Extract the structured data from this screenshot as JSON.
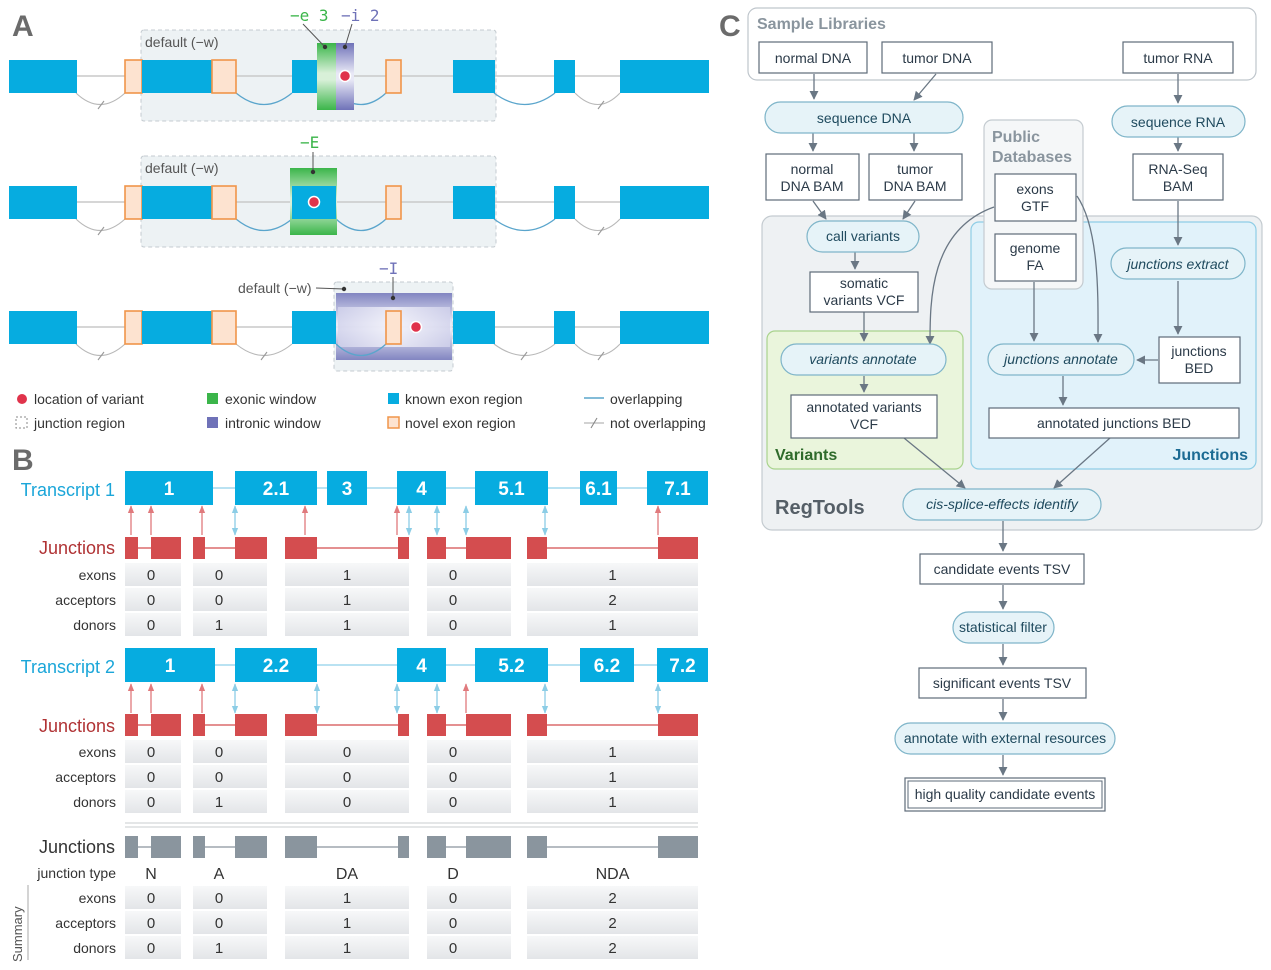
{
  "panels": {
    "a": "A",
    "b": "B",
    "c": "C"
  },
  "panel_a": {
    "default_label": "default (−w)",
    "opt_e3": "−e 3",
    "opt_i2": "−i 2",
    "opt_E": "−E",
    "opt_I": "−I"
  },
  "legend": {
    "variant": "location of variant",
    "junction_region": "junction region",
    "exonic": "exonic window",
    "intronic": "intronic window",
    "known": "known exon region",
    "novel": "novel exon region",
    "overlapping": "overlapping",
    "not_overlapping": "not overlapping"
  },
  "panel_b": {
    "t1_label": "Transcript 1",
    "t2_label": "Transcript 2",
    "junctions_label": "Junctions",
    "row_labels": [
      "exons",
      "acceptors",
      "donors"
    ],
    "t1_exons": [
      "1",
      "2.1",
      "3",
      "4",
      "5.1",
      "6.1",
      "7.1"
    ],
    "t2_exons": [
      "1",
      "2.2",
      "4",
      "5.2",
      "6.2",
      "7.2"
    ],
    "t1_rows": [
      [
        "0",
        "0",
        "1",
        "0",
        "1"
      ],
      [
        "0",
        "0",
        "1",
        "0",
        "2"
      ],
      [
        "0",
        "1",
        "1",
        "0",
        "1"
      ]
    ],
    "t2_rows": [
      [
        "0",
        "0",
        "0",
        "0",
        "1"
      ],
      [
        "0",
        "0",
        "0",
        "0",
        "1"
      ],
      [
        "0",
        "1",
        "0",
        "0",
        "1"
      ]
    ],
    "summary": {
      "side_label": "Summary",
      "junctions_label": "Junctions",
      "type_label": "junction type",
      "types": [
        "N",
        "A",
        "DA",
        "D",
        "NDA"
      ],
      "rows": [
        [
          "0",
          "0",
          "1",
          "0",
          "2"
        ],
        [
          "0",
          "0",
          "1",
          "0",
          "2"
        ],
        [
          "0",
          "1",
          "1",
          "0",
          "2"
        ]
      ]
    }
  },
  "flow": {
    "sample_libraries": "Sample Libraries",
    "normal_dna": "normal DNA",
    "tumor_dna": "tumor DNA",
    "tumor_rna": "tumor RNA",
    "sequence_dna": "sequence DNA",
    "sequence_rna": "sequence RNA",
    "public": "Public",
    "databases": "Databases",
    "normal_bam_1": "normal",
    "normal_bam_2": "DNA BAM",
    "tumor_bam_1": "tumor",
    "tumor_bam_2": "DNA BAM",
    "exons_1": "exons",
    "exons_2": "GTF",
    "rnaseq_1": "RNA-Seq",
    "rnaseq_2": "BAM",
    "call_variants": "call variants",
    "genome_1": "genome",
    "genome_2": "FA",
    "junctions_extract": "junctions extract",
    "somatic_1": "somatic",
    "somatic_2": "variants VCF",
    "variants_annotate": "variants annotate",
    "junctions_annotate": "junctions annotate",
    "junctions_bed_1": "junctions",
    "junctions_bed_2": "BED",
    "annotated_variants_1": "annotated variants",
    "annotated_variants_2": "VCF",
    "annotated_junctions": "annotated junctions BED",
    "variants_group": "Variants",
    "junctions_group": "Junctions",
    "regtools": "RegTools",
    "cis_splice": "cis-splice-effects identify",
    "candidate": "candidate events TSV",
    "stat_filter": "statistical filter",
    "significant": "significant events TSV",
    "annotate_ext": "annotate with external resources",
    "high_quality": "high quality candidate events"
  },
  "colors": {
    "exon": "#06ace0",
    "junction": "#d44d4f",
    "transcript": "#1ba6d9",
    "exonic_window": "#3bb54a",
    "intronic_window": "#6f72b8",
    "variant": "#e0334b",
    "arrow_red": "#e07a7d",
    "arrow_blue": "#8ccde6",
    "variants_green": "#2f6b2b",
    "junctions_blue": "#1c6b93",
    "summary_gray": "#8a959e"
  }
}
